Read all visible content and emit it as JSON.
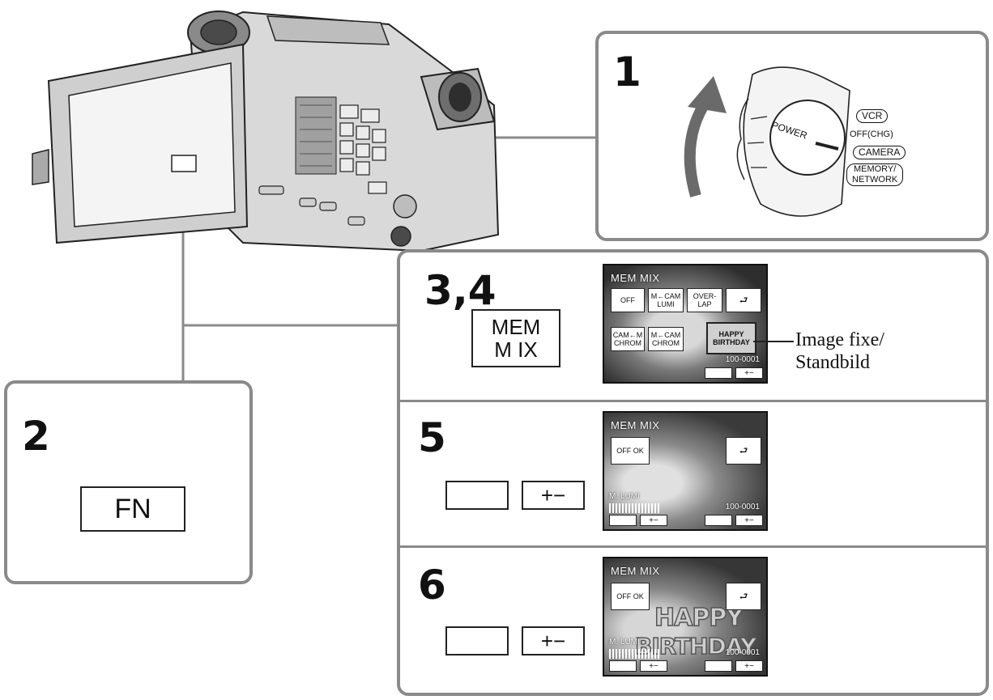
{
  "steps": {
    "s1": "1",
    "s2": "2",
    "s34": "3,4",
    "s5": "5",
    "s6": "6"
  },
  "power_dial": {
    "power": "POWER",
    "vcr": "VCR",
    "off": "OFF(CHG)",
    "camera": "CAMERA",
    "memory_line1": "MEMORY/",
    "memory_line2": "NETWORK"
  },
  "buttons": {
    "fn": "FN",
    "memmix_line1": "MEM",
    "memmix_line2": "M IX",
    "plus_minus": "+−"
  },
  "screen_34": {
    "title": "MEM  MIX",
    "off": "OFF",
    "mcam_lumi": "M←CAM LUMI",
    "overlap": "OVER- LAP",
    "cam_m_chrom": "CAM←M CHROM",
    "mcam_chrom": "M←CAM CHROM",
    "still": "HAPPY BIRTHDAY",
    "counter": "100-0001",
    "plus_minus": "+−"
  },
  "screen_5": {
    "title": "MEM  MIX",
    "offok": "OFF OK",
    "label": "M. LUMI",
    "counter": "100-0001",
    "plus_minus": "+−"
  },
  "screen_6": {
    "title": "MEM  MIX",
    "offok": "OFF OK",
    "label": "M. LUMI",
    "happy": "HAPPY",
    "birthday": "BIRTHDAY",
    "counter": "100-0001",
    "plus_minus": "+−"
  },
  "callout": {
    "line1": "Image fixe/",
    "line2": "Standbild"
  },
  "colors": {
    "panel_border": "#8a8a8a",
    "ink": "#111111"
  }
}
